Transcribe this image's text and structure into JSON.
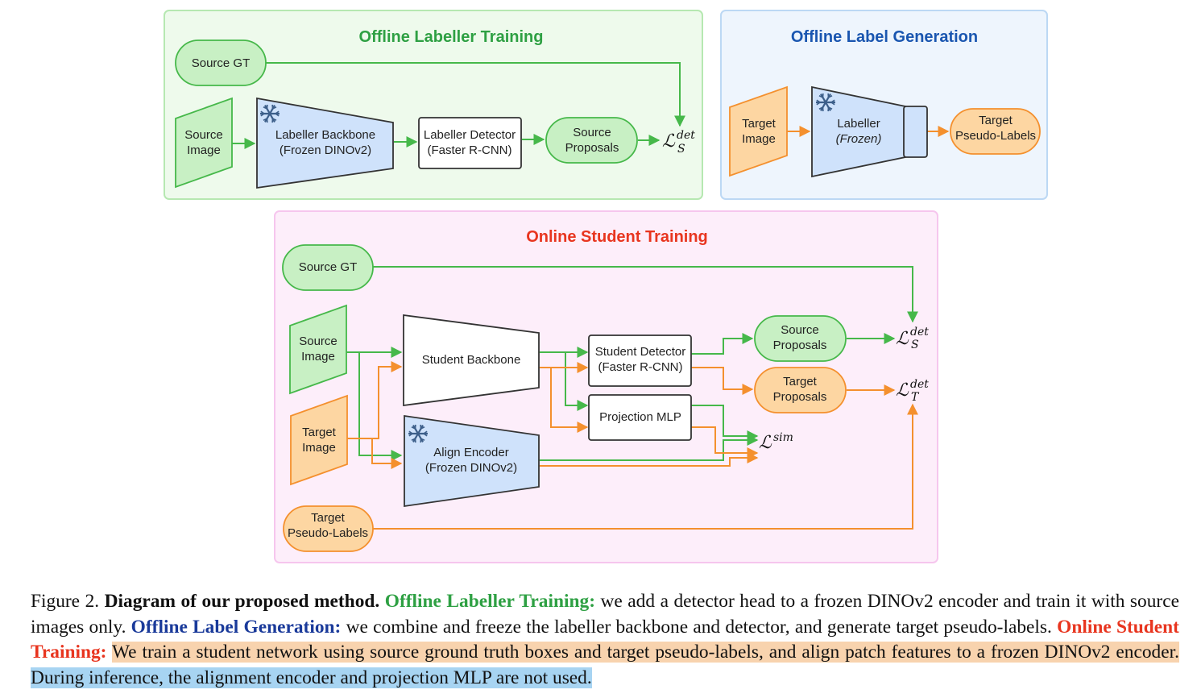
{
  "panels": {
    "offline_training": {
      "title": "Offline Labeller Training",
      "source_gt": "Source GT",
      "source_image": [
        "Source",
        "Image"
      ],
      "backbone": [
        "Labeller Backbone",
        "(Frozen DINOv2)"
      ],
      "detector": [
        "Labeller Detector",
        "(Faster R-CNN)"
      ],
      "proposals": [
        "Source",
        "Proposals"
      ],
      "loss": {
        "sym": "ℒ",
        "sup": "det",
        "sub": "S"
      }
    },
    "offline_generation": {
      "title": "Offline Label Generation",
      "target_image": [
        "Target",
        "Image"
      ],
      "labeller": [
        "Labeller",
        "(Frozen)"
      ],
      "pseudo_labels": [
        "Target",
        "Pseudo-Labels"
      ]
    },
    "online_training": {
      "title": "Online Student Training",
      "source_gt": "Source GT",
      "source_image": [
        "Source",
        "Image"
      ],
      "target_image": [
        "Target",
        "Image"
      ],
      "student_backbone": "Student Backbone",
      "align_encoder": [
        "Align Encoder",
        "(Frozen DINOv2)"
      ],
      "student_detector": [
        "Student Detector",
        "(Faster R-CNN)"
      ],
      "projection": "Projection MLP",
      "source_proposals": [
        "Source",
        "Proposals"
      ],
      "target_proposals": [
        "Target",
        "Proposals"
      ],
      "pseudo_labels": [
        "Target",
        "Pseudo-Labels"
      ],
      "loss_s": {
        "sym": "ℒ",
        "sup": "det",
        "sub": "S"
      },
      "loss_t": {
        "sym": "ℒ",
        "sup": "det",
        "sub": "T"
      },
      "loss_sim": {
        "sym": "ℒ",
        "sup": "sim"
      }
    }
  },
  "caption": {
    "label": "Figure 2.",
    "bold": "Diagram of our proposed method.",
    "s1_title": "Offline Labeller Training:",
    "s1_text": "we add a detector head to a frozen DINOv2 encoder and train it with source images only.",
    "s2_title": "Offline Label Generation:",
    "s2_text": "we combine and freeze the labeller backbone and detector, and generate target pseudo-labels.",
    "s3_title": "Online Student Training:",
    "s3_text": "We train a student network using source ground truth boxes and target pseudo-labels, and align patch features to a frozen DINOv2 encoder.",
    "s4_text": "During inference, the alignment encoder and projection MLP are not used."
  },
  "colors": {
    "green": "#46b84a",
    "green_fill": "#c8f0c4",
    "orange": "#f4902e",
    "orange_fill": "#fdd6a2",
    "blue_fill": "#cfe2fb",
    "panel_green": "#eefaec",
    "panel_blue": "#eef5fd",
    "panel_pink": "#fdeefa"
  }
}
